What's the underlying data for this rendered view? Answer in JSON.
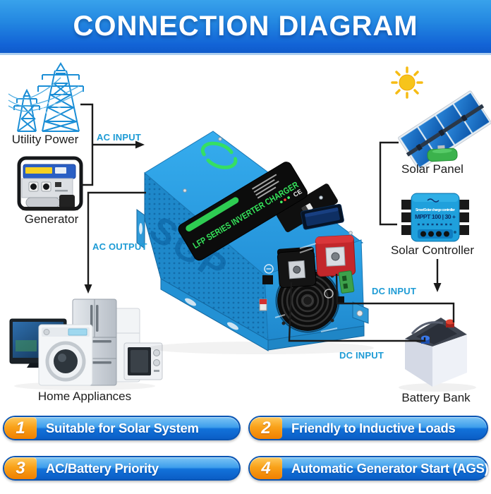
{
  "header": {
    "title": "CONNECTION DIAGRAM"
  },
  "devices": {
    "utility_power": {
      "label": "Utility Power"
    },
    "generator": {
      "label": "Generator"
    },
    "home_appliances": {
      "label": "Home Appliances"
    },
    "solar_panel": {
      "label": "Solar Panel"
    },
    "solar_controller": {
      "label": "Solar Controller",
      "body_line1": "SmartSolar charge controller",
      "body_line2": "MPPT 100 | 30 +"
    },
    "battery_bank": {
      "label": "Battery Bank"
    },
    "inverter": {
      "panel_text": "LFP SERIES INVERTER CHARGER",
      "side_text": "SGP"
    }
  },
  "connections": {
    "ac_input": {
      "label": "AC INPUT"
    },
    "ac_output": {
      "label": "AC OUTPUT"
    },
    "dc_input_battery_pos": {
      "label": "DC INPUT"
    },
    "dc_input_battery_neg": {
      "label": "DC INPUT"
    }
  },
  "features": [
    {
      "number": "1",
      "label": "Suitable for Solar System"
    },
    {
      "number": "2",
      "label": "Friendly to Inductive Loads"
    },
    {
      "number": "3",
      "label": "AC/Battery Priority"
    },
    {
      "number": "4",
      "label": "Automatic Generator Start (AGS)"
    }
  ],
  "colors": {
    "header_top": "#38a2eb",
    "header_bottom": "#0f5bcb",
    "connector_label": "#1d9bd5",
    "line": "#1a1a1a",
    "bar_blue_top": "#7cc4f5",
    "bar_blue_bottom": "#0b5ec6",
    "badge_orange_top": "#ffc95d",
    "badge_orange_bottom": "#ef7f00",
    "inverter_blue": "#2aa0e4"
  }
}
